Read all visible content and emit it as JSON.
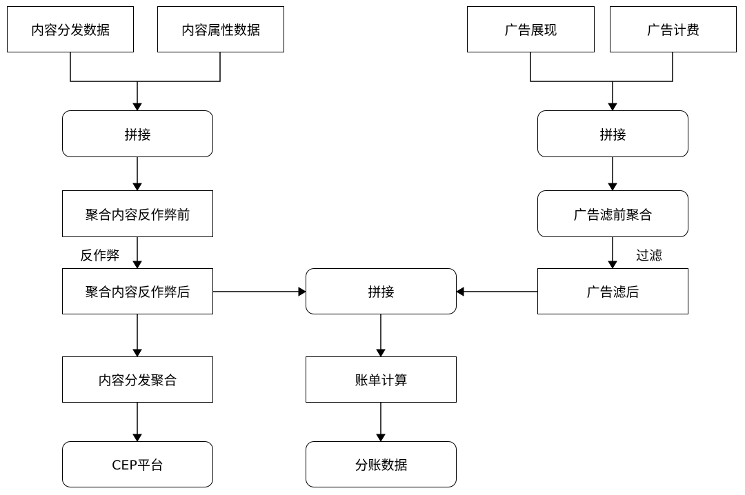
{
  "nodes": {
    "content_dist_data": "内容分发数据",
    "content_attr_data": "内容属性数据",
    "ad_impression": "广告展现",
    "ad_billing": "广告计费",
    "join_left": "拼接",
    "join_right": "拼接",
    "agg_before_anticheat": "聚合内容反作弊前",
    "ad_agg_before_filter": "广告滤前聚合",
    "agg_after_anticheat": "聚合内容反作弊后",
    "join_center": "拼接",
    "ad_after_filter": "广告滤后",
    "content_dist_agg": "内容分发聚合",
    "bill_calc": "账单计算",
    "cep_platform": "CEP平台",
    "split_data": "分账数据"
  },
  "edge_labels": {
    "anticheat": "反作弊",
    "filter": "过滤"
  }
}
